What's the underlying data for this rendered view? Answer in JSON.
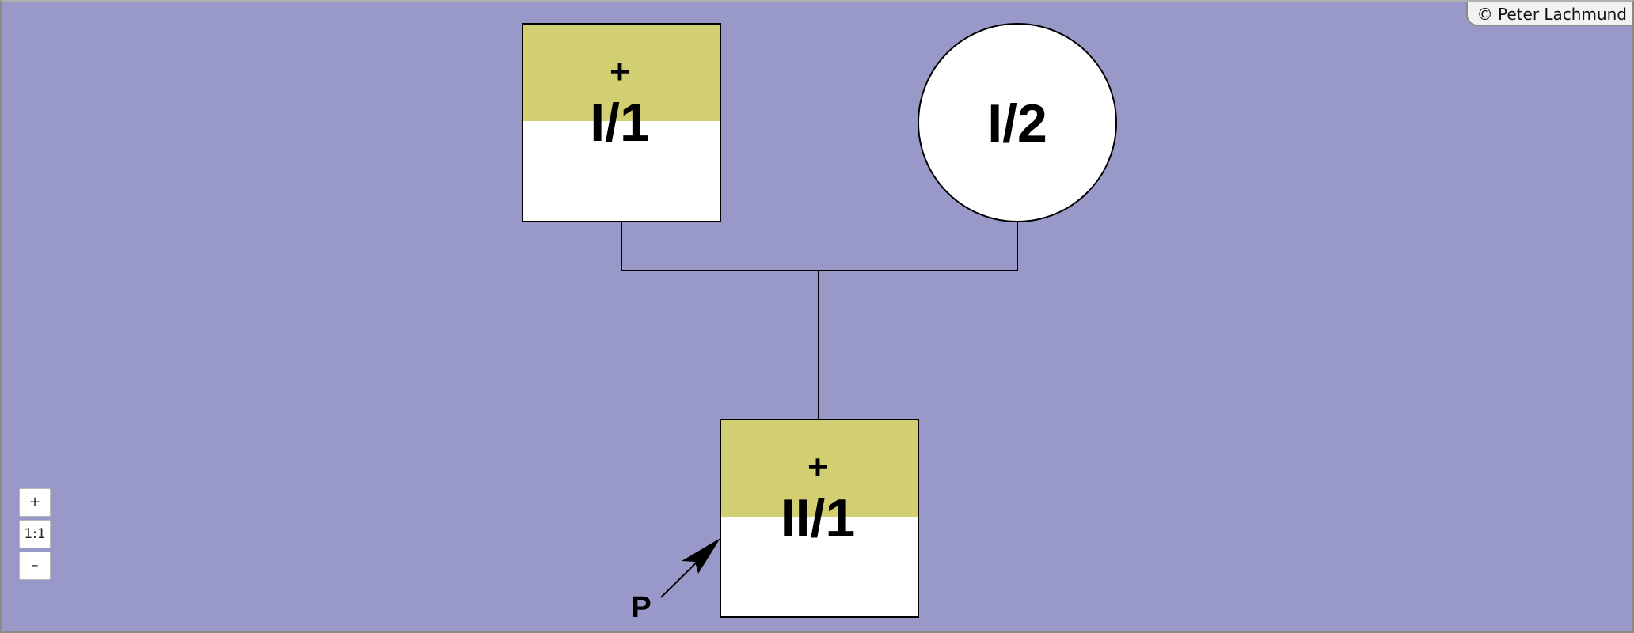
{
  "copyright": "© Peter Lachmund",
  "colors": {
    "background": "#9899c8",
    "affected_fill": "#d2ce72",
    "unaffected_fill": "#ffffff",
    "line": "#000000"
  },
  "individuals": [
    {
      "id": "I/1",
      "label": "I/1",
      "shape": "square",
      "sex": "male",
      "affected_marker": "+",
      "affected": true
    },
    {
      "id": "I/2",
      "label": "I/2",
      "shape": "circle",
      "sex": "female",
      "affected_marker": "",
      "affected": false
    },
    {
      "id": "II/1",
      "label": "II/1",
      "shape": "square",
      "sex": "male",
      "affected_marker": "+",
      "affected": true,
      "proband": true
    }
  ],
  "proband_label": "P",
  "zoom_controls": {
    "zoom_in": "+",
    "reset": "1:1",
    "zoom_out": "–"
  }
}
